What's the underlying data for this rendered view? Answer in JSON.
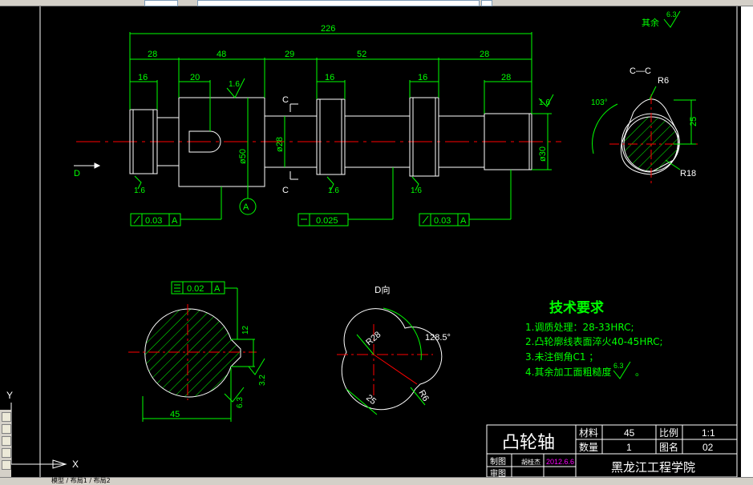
{
  "drawing": {
    "surface_roughness_rest": "其余",
    "roughness_value": "6.3",
    "dims": {
      "overall": "226",
      "seg1": "28",
      "seg2": "48",
      "seg3": "29",
      "seg4": "52",
      "seg5": "28",
      "w1": "16",
      "w2": "20",
      "w3": "16",
      "w4": "16",
      "w5": "28",
      "dia1": "ø50",
      "dia2": "ø28",
      "dia3": "ø30",
      "rough_a": "1.6",
      "rough_b": "1.6",
      "rough_c": "1.6",
      "rough_d": "1.6",
      "rough_e": "1.6"
    },
    "section_cc": {
      "label": "C—C",
      "radius_top": "R6",
      "radius_bottom": "R18",
      "angle": "103°",
      "height": "25"
    },
    "section_marks": {
      "c_top": "C",
      "c_bottom": "C",
      "view_d": "D",
      "x_axis": "X",
      "y_axis": "Y"
    },
    "tolerance": {
      "runout1": "0.03",
      "datum1": "A",
      "flatness": "0.025",
      "runout2": "0.03",
      "datum2": "A",
      "datum_circle": "A",
      "symmetry": "0.02",
      "datum3": "A"
    },
    "keyway": {
      "width": "12",
      "depth": "45",
      "rough1": "3.2",
      "rough2": "6.3"
    },
    "view_d": {
      "label": "D向",
      "r_big": "R28",
      "angle": "128.5°",
      "dim": "25",
      "r_small": "R6"
    },
    "tech_req": {
      "title": "技术要求",
      "items": [
        "1.调质处理：28-33HRC;",
        "2.凸轮廓线表面淬火40-45HRC;",
        "3.未注倒角C1 ；",
        "4.其余加工面粗糙度"
      ],
      "item4_value": "6.3",
      "item4_tail": "。"
    },
    "title_block": {
      "part_name": "凸轮轴",
      "material_label": "材料",
      "material_value": "45",
      "scale_label": "比例",
      "scale_value": "1:1",
      "qty_label": "数量",
      "qty_value": "1",
      "drawing_no_label": "图名",
      "drawing_no_value": "02",
      "drawn_label": "制图",
      "drawn_by": "胡桂杰",
      "drawn_date": "2012.6.6",
      "checked_label": "审图",
      "school": "黑龙江工程学院"
    }
  },
  "status": {
    "tabs": "模型 / 布局1 / 布局2"
  },
  "colors": {
    "green": "#00ff00",
    "white": "#ffffff",
    "red": "#ff0000",
    "background": "#000000"
  }
}
